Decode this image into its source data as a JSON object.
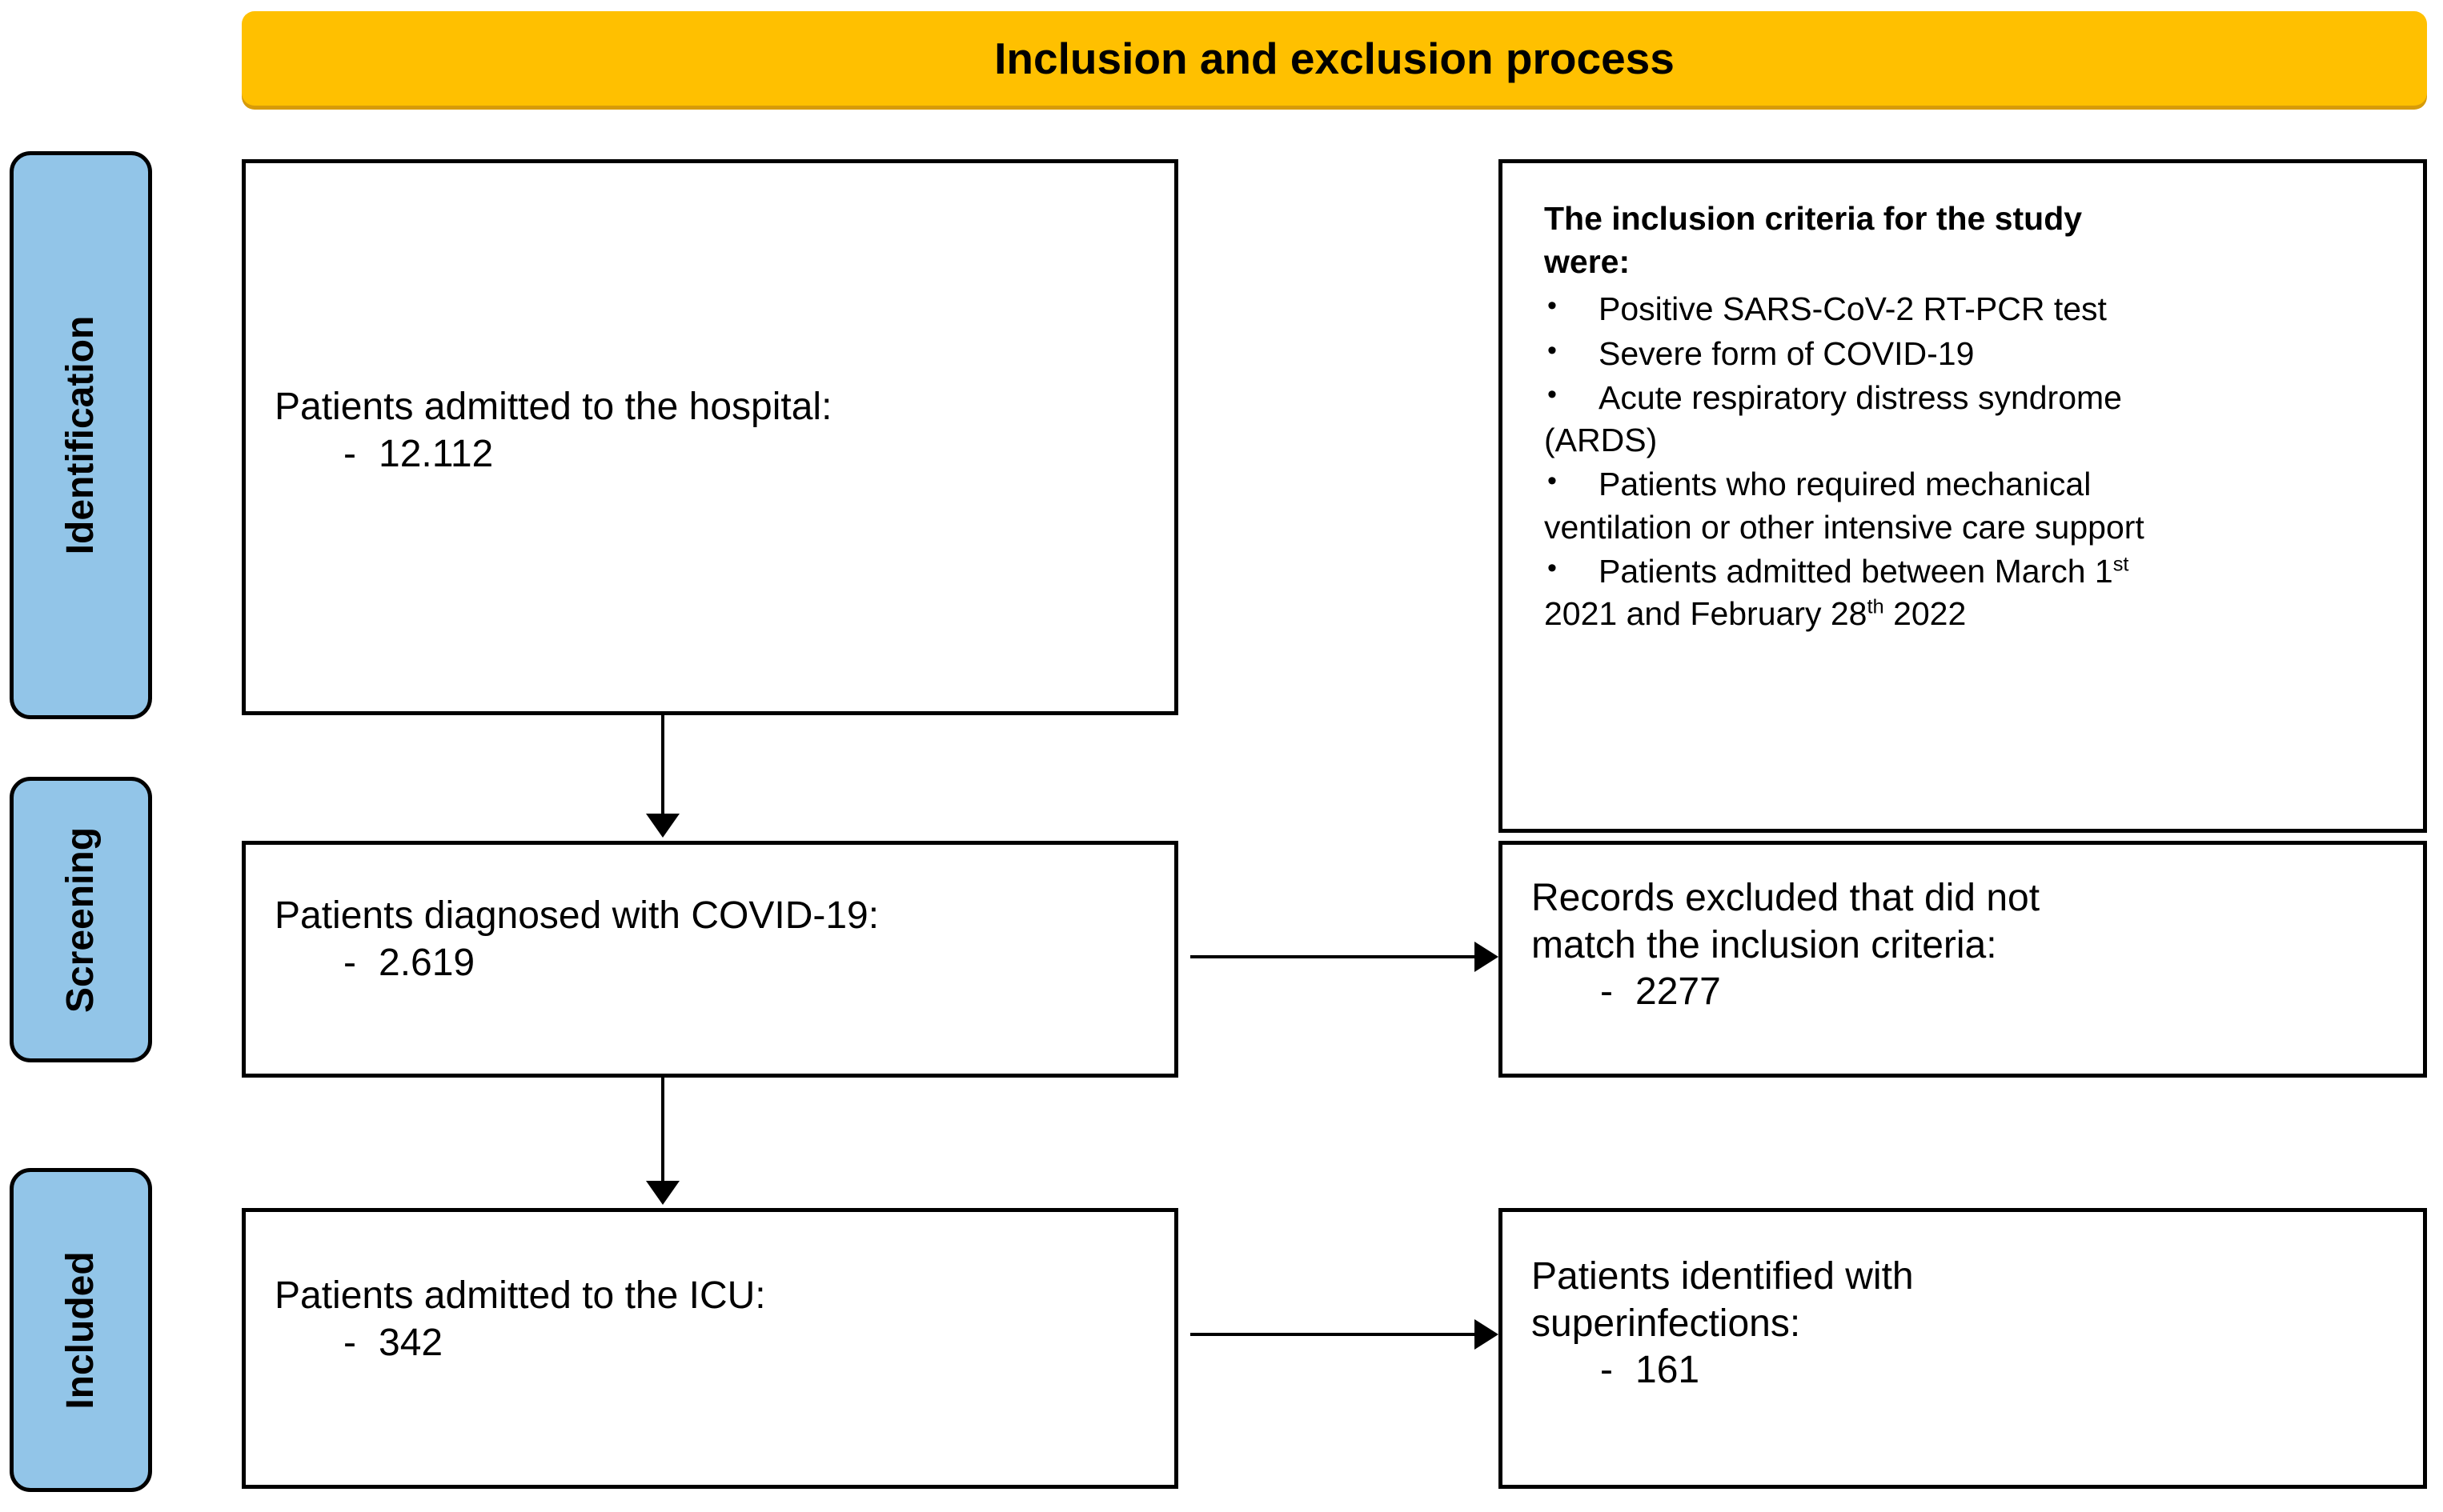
{
  "header": {
    "title": "Inclusion and exclusion process",
    "background_color": "#FFC000",
    "shadow_color": "#D79B09"
  },
  "stages": {
    "accent_color": "#92C5E8",
    "items": [
      {
        "id": "identification",
        "label": "Identification"
      },
      {
        "id": "screening",
        "label": "Screening"
      },
      {
        "id": "included",
        "label": "Included"
      }
    ]
  },
  "boxes": {
    "admitted": {
      "label": "Patients admitted to the hospital:",
      "dash": "-",
      "value": "12.112"
    },
    "diagnosed": {
      "label": "Patients diagnosed with COVID-19:",
      "dash": "-",
      "value": "2.619"
    },
    "icu": {
      "label": "Patients admitted to the ICU:",
      "dash": "-",
      "value": "342"
    },
    "excluded": {
      "label_line1": "Records excluded that did not",
      "label_line2": "match the inclusion criteria:",
      "dash": "-",
      "value": "2277"
    },
    "superinfections": {
      "label_line1": "Patients identified with",
      "label_line2": "superinfections:",
      "dash": "-",
      "value": "161"
    }
  },
  "criteria": {
    "heading_line1": "The inclusion criteria for the study",
    "heading_line2": "were:",
    "bullet_glyph": "•",
    "items": [
      {
        "line1": "Positive SARS-CoV-2 RT-PCR test",
        "line2": ""
      },
      {
        "line1": "Severe form of COVID-19",
        "line2": ""
      },
      {
        "line1": "Acute respiratory distress syndrome",
        "line2": "(ARDS)"
      },
      {
        "line1": "Patients who required mechanical",
        "line2": "ventilation or other intensive care support"
      },
      {
        "line1": "Patients admitted between March 1st",
        "line2": "2021 and February 28th 2022"
      }
    ]
  },
  "arrows": {
    "admitted_to_diagnosed": "down",
    "diagnosed_to_icu": "down",
    "diagnosed_to_excluded": "right",
    "icu_to_superinfections": "right"
  },
  "chart_data": {
    "type": "diagram",
    "title": "Inclusion and exclusion process",
    "flow_stages": [
      {
        "stage": "Identification",
        "node": "Patients admitted to the hospital",
        "count": 12112
      },
      {
        "stage": "Screening",
        "node": "Patients diagnosed with COVID-19",
        "count": 2619
      },
      {
        "stage": "Screening",
        "node": "Records excluded that did not match the inclusion criteria",
        "count": 2277
      },
      {
        "stage": "Included",
        "node": "Patients admitted to the ICU",
        "count": 342
      },
      {
        "stage": "Included",
        "node": "Patients identified with superinfections",
        "count": 161
      }
    ]
  }
}
